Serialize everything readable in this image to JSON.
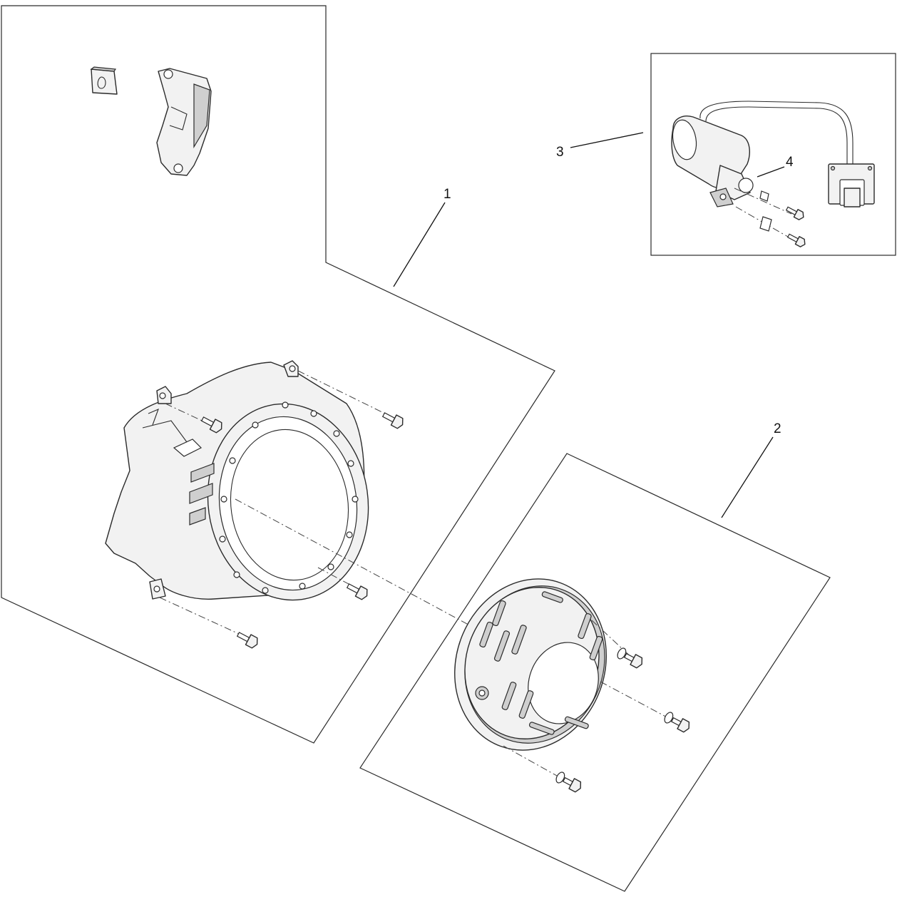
{
  "callouts": [
    {
      "id": "1",
      "label": "1"
    },
    {
      "id": "2",
      "label": "2"
    },
    {
      "id": "3",
      "label": "3"
    },
    {
      "id": "4",
      "label": "4"
    }
  ],
  "colors": {
    "line": "#2b2b2b",
    "part_fill": "#f2f2f2",
    "shade": "#cfcfcf",
    "background": "#ffffff"
  }
}
